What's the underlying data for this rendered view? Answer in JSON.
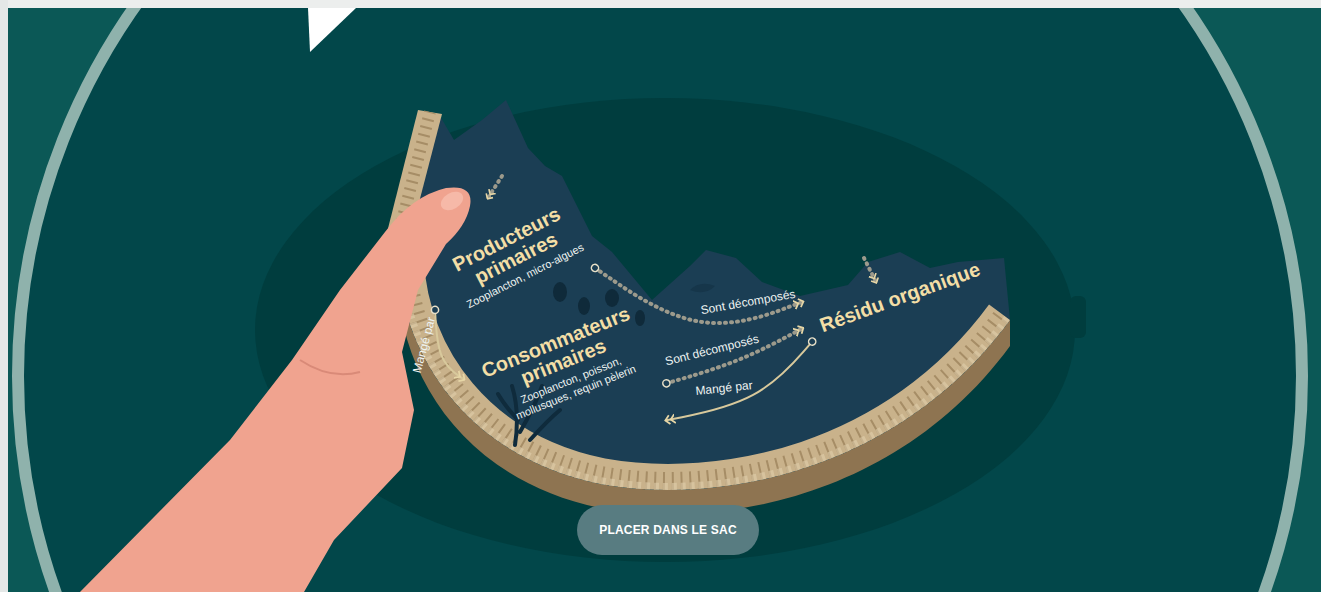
{
  "diagram": {
    "nodes": [
      {
        "text": [
          "Producteurs primaires",
          "Zooplancton, micro-algues"
        ]
      },
      {
        "text": [
          "Consommateurs primaires",
          "Zooplancton, poisson, mollusques, requin pèlerin"
        ]
      },
      {
        "text": [
          "Résidu organique"
        ]
      },
      {
        "text": [
          "PLACER DANS LE SAC"
        ]
      }
    ],
    "edges": [
      {
        "from": 0,
        "to": 1,
        "label": "Mangé par",
        "arrow": "to"
      },
      {
        "from": 0,
        "to": 2,
        "label": "Sont décomposés",
        "arrow": "to"
      },
      {
        "from": 1,
        "to": 2,
        "label": "Sont décomposés",
        "arrow": "to"
      },
      {
        "from": 2,
        "to": 1,
        "label": "Mangé par",
        "arrow": "to"
      }
    ]
  }
}
